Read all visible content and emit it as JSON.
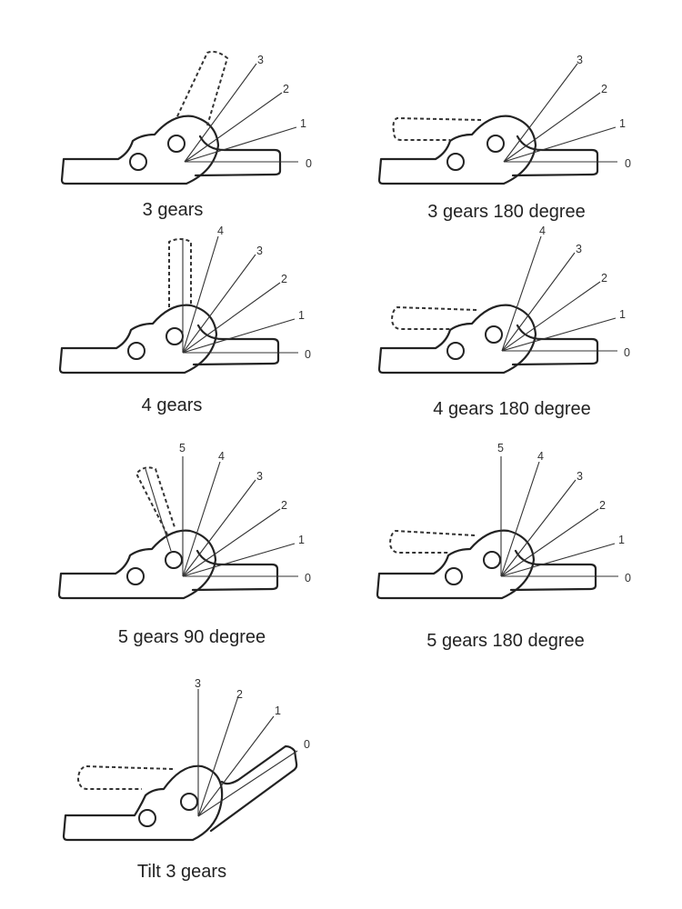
{
  "panels": [
    {
      "caption": "3 gears",
      "gears": [
        "0",
        "1",
        "2",
        "3"
      ]
    },
    {
      "caption": "3 gears 180 degree",
      "gears": [
        "0",
        "1",
        "2",
        "3"
      ]
    },
    {
      "caption": "4 gears",
      "gears": [
        "0",
        "1",
        "2",
        "3",
        "4"
      ]
    },
    {
      "caption": "4 gears 180 degree",
      "gears": [
        "0",
        "1",
        "2",
        "3",
        "4"
      ]
    },
    {
      "caption": "5 gears 90 degree",
      "gears": [
        "0",
        "1",
        "2",
        "3",
        "4",
        "5"
      ]
    },
    {
      "caption": "5 gears 180 degree",
      "gears": [
        "0",
        "1",
        "2",
        "3",
        "4",
        "5"
      ]
    },
    {
      "caption": "Tilt 3 gears",
      "gears": [
        "0",
        "1",
        "2",
        "3"
      ]
    }
  ]
}
